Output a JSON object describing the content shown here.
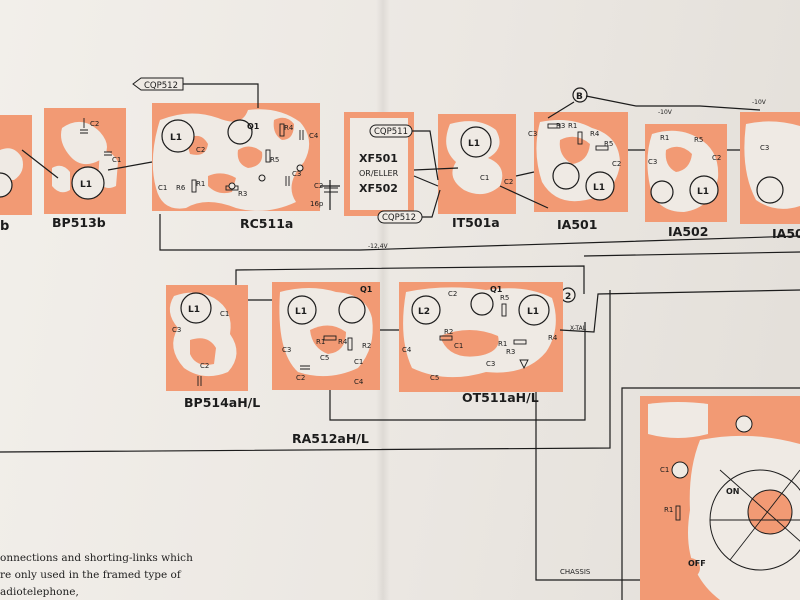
{
  "labels": {
    "bp513b": "BP513b",
    "b_cut": "b",
    "rc511a": "RC511a",
    "it501a": "IT501a",
    "ia501": "IA501",
    "ia502": "IA502",
    "ia_cut": "IA50",
    "bp514": "BP514aH/L",
    "ra512": "RA512aH/L",
    "ot511": "OT511aH/L"
  },
  "tags": {
    "cqp512_top": "CQP512",
    "cqp511": "CQP511",
    "cqp512_bot": "CQP512"
  },
  "xf": {
    "line1": "XF501",
    "line2": "OR/ELLER",
    "line3": "XF502"
  },
  "circles": {
    "b": "B",
    "two": "2"
  },
  "rails": {
    "v12": "-12,4V",
    "v10": "-10V",
    "v10b": "-10V"
  },
  "misc": {
    "xtal": "X-TAL",
    "chassis": "CHASSIS",
    "on": "ON",
    "off": "OFF",
    "cap_16p": "16p"
  },
  "components": {
    "c1": "C1",
    "c2": "C2",
    "c3": "C3",
    "c4": "C4",
    "c5": "C5",
    "l1": "L1",
    "l2": "L2",
    "q1": "Q1",
    "r1": "R1",
    "r2": "R2",
    "r3": "R3",
    "r4": "R4",
    "r5": "R5",
    "r6": "R6"
  },
  "notes": {
    "line1": "onnections and shorting-links which",
    "line2": "re only used in the framed type of",
    "line3": "adiotelephone,"
  },
  "colors": {
    "board": "#f29a74",
    "ink": "#1c1c1c",
    "paper": "#ece8e3"
  }
}
